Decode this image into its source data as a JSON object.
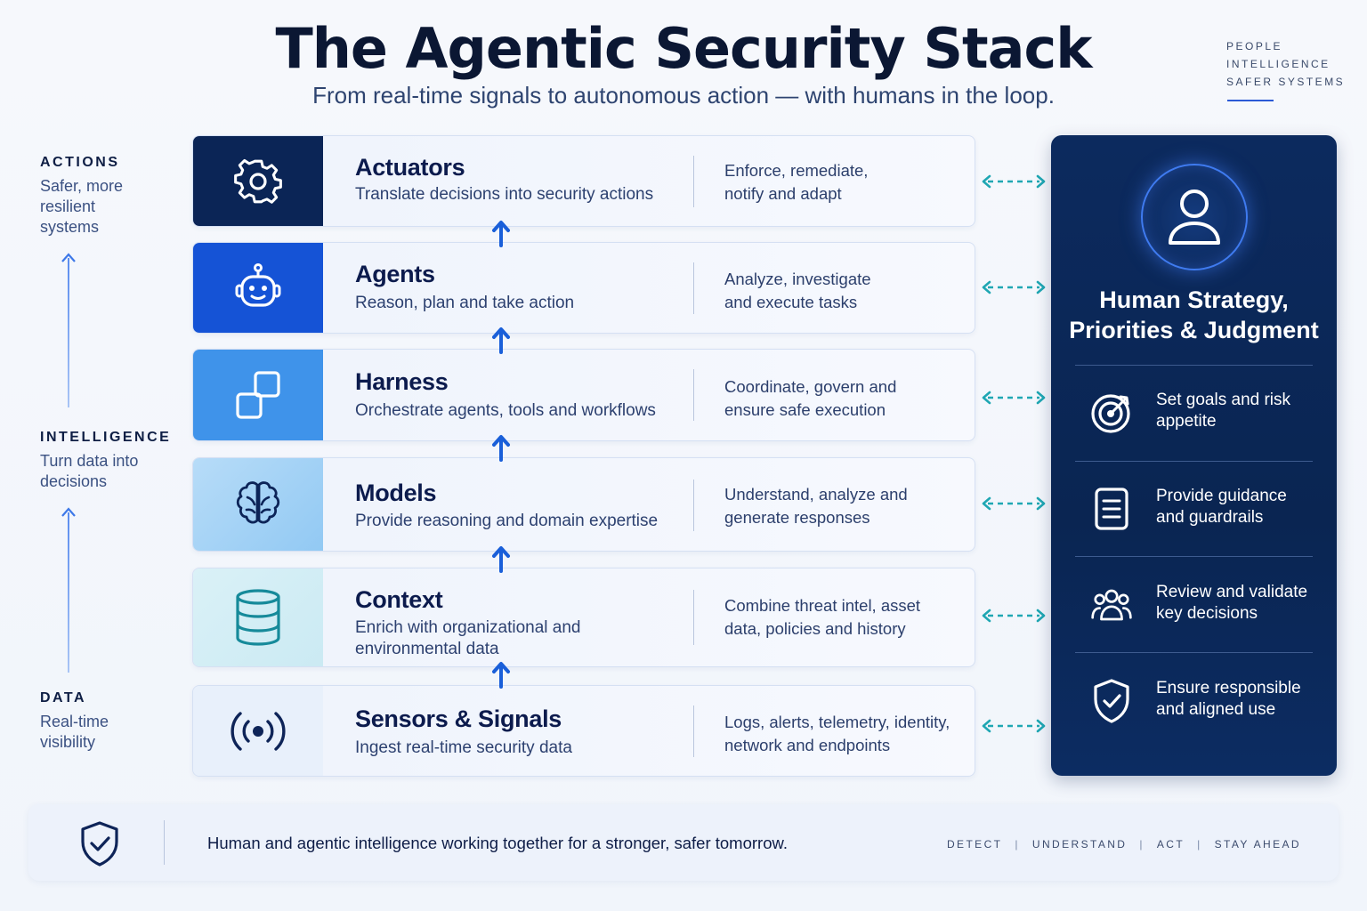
{
  "header": {
    "title": "The Agentic Security Stack",
    "subtitle": "From real-time signals to autonomous action — with humans in the loop.",
    "tagline": [
      "PEOPLE",
      "INTELLIGENCE",
      "SAFER SYSTEMS"
    ]
  },
  "axis": [
    {
      "head": "ACTIONS",
      "desc": "Safer, more resilient systems"
    },
    {
      "head": "INTELLIGENCE",
      "desc": "Turn data into decisions"
    },
    {
      "head": "DATA",
      "desc": "Real-time visibility"
    }
  ],
  "layers": [
    {
      "name": "Actuators",
      "sub": "Translate decisions into security actions",
      "detail": "Enforce, remediate, notify and adapt",
      "icon": "gear-icon",
      "color": "#0b2556"
    },
    {
      "name": "Agents",
      "sub": "Reason, plan and take action",
      "detail": "Analyze, investigate and execute tasks",
      "icon": "robot-icon",
      "color": "#1553d6"
    },
    {
      "name": "Harness",
      "sub": "Orchestrate agents, tools and workflows",
      "detail": "Coordinate, govern and ensure safe execution",
      "icon": "squares-icon",
      "color": "#3f93ea"
    },
    {
      "name": "Models",
      "sub": "Provide reasoning and domain expertise",
      "detail": "Understand, analyze and generate responses",
      "icon": "brain-icon",
      "color": "#9fd0f6"
    },
    {
      "name": "Context",
      "sub": "Enrich with organizational and environmental data",
      "detail": "Combine threat intel, asset data, policies and history",
      "icon": "database-icon",
      "color": "#d4eef6"
    },
    {
      "name": "Sensors & Signals",
      "sub": "Ingest real-time security data",
      "detail": "Logs, alerts, telemetry, identity, network and endpoints",
      "icon": "broadcast-icon",
      "color": "#e8f0fb"
    }
  ],
  "panel": {
    "title": "Human Strategy, Priorities & Judgment",
    "items": [
      {
        "text": "Set goals and risk appetite",
        "icon": "target-icon"
      },
      {
        "text": "Provide guidance and guardrails",
        "icon": "document-icon"
      },
      {
        "text": "Review and validate key decisions",
        "icon": "people-icon"
      },
      {
        "text": "Ensure responsible and aligned use",
        "icon": "shield-check-icon"
      }
    ]
  },
  "footer": {
    "text": "Human and agentic intelligence working together for a stronger, safer tomorrow.",
    "words": [
      "DETECT",
      "UNDERSTAND",
      "ACT",
      "STAY AHEAD"
    ]
  },
  "colors": {
    "accent": "#1553d6",
    "dark": "#0b2556",
    "teal": "#1fa7b3"
  }
}
